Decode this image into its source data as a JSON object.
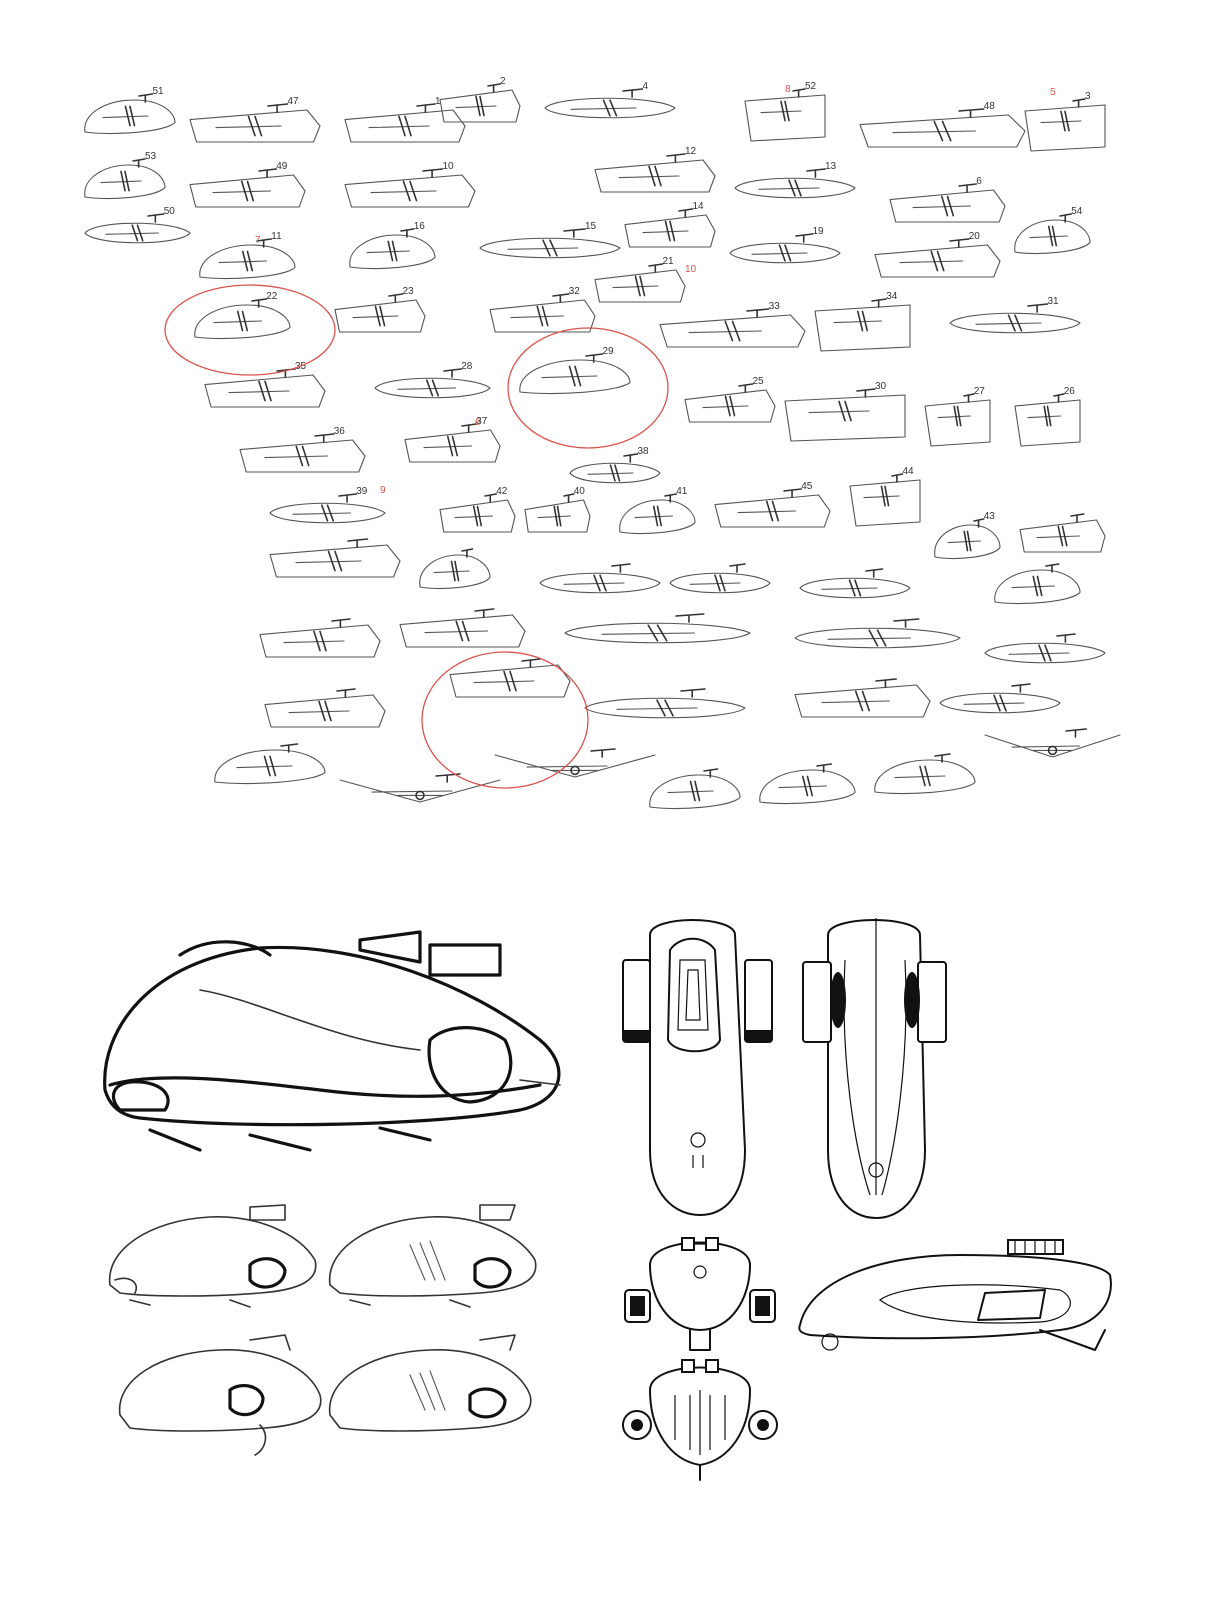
{
  "sheet": {
    "background": "#ffffff",
    "ink_color": "#111111",
    "mark_color": "#d9534f"
  },
  "thumbnail_labels": [
    "51",
    "47",
    "1",
    "2",
    "4",
    "52",
    "48",
    "3",
    "53",
    "49",
    "10",
    "12",
    "13",
    "6",
    "54",
    "50",
    "11",
    "16",
    "15",
    "14",
    "19",
    "20",
    "21",
    "22",
    "23",
    "32",
    "33",
    "34",
    "31",
    "35",
    "28",
    "29",
    "25",
    "30",
    "27",
    "26",
    "36",
    "37",
    "38",
    "39",
    "42",
    "40",
    "41",
    "45",
    "44",
    "43"
  ],
  "red_marks": [
    "8",
    "5",
    "7",
    "9",
    "6",
    "10"
  ]
}
